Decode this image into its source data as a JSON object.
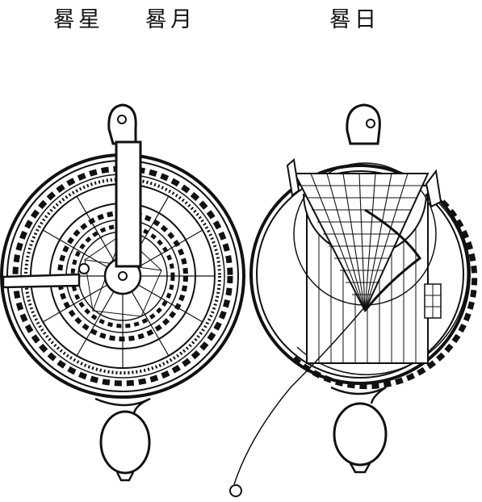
{
  "labels": {
    "star_dial": "晷星",
    "moon_dial": "晷月",
    "sun_dial": "晷日"
  },
  "colors": {
    "ink": "#111111",
    "paper": "#ffffff"
  },
  "figures": [
    {
      "name": "star-moon-dial",
      "kind": "engraving"
    },
    {
      "name": "sun-dial",
      "kind": "engraving"
    }
  ]
}
